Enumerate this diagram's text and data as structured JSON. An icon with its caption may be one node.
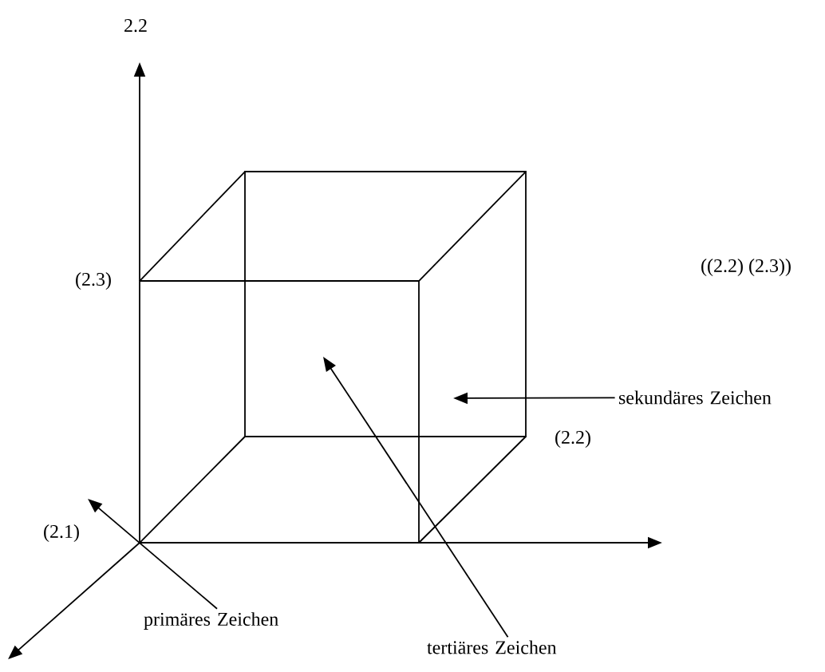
{
  "diagram": {
    "nodes": [
      {
        "text": [
          "primäres Zeichen"
        ]
      },
      {
        "text": [
          "tertiäres Zeichen"
        ]
      },
      {
        "text": [
          "sekundäres Zeichen"
        ]
      }
    ],
    "edges": [
      {
        "from": 0,
        "to": null,
        "arrow": "to"
      },
      {
        "from": 1,
        "to": null,
        "arrow": "to"
      },
      {
        "from": 2,
        "to": null,
        "arrow": "to"
      }
    ],
    "labels": [
      "2.2",
      "(2.3)",
      "((2.2) (2.3))",
      "(2.2)",
      "(2.1)"
    ]
  }
}
